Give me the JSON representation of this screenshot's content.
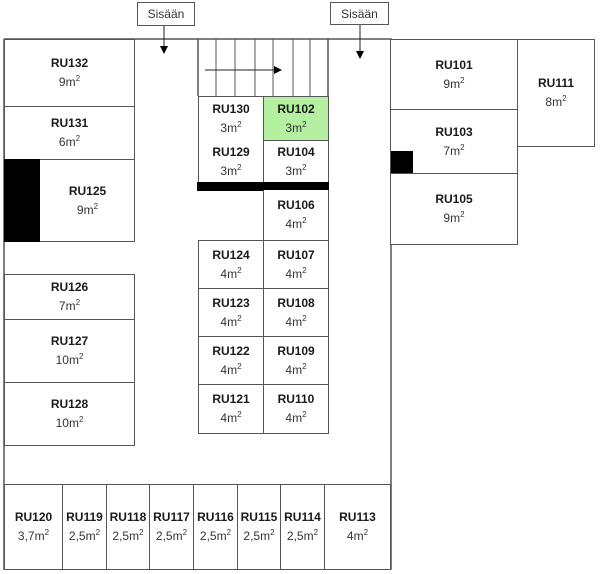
{
  "entrances": [
    {
      "label": "Sisään"
    },
    {
      "label": "Sisään"
    }
  ],
  "area_unit": "m",
  "area_exponent": "2",
  "highlight_color": "#b4f0a0",
  "rooms": {
    "RU132": {
      "name": "RU132",
      "size": "9"
    },
    "RU131": {
      "name": "RU131",
      "size": "6"
    },
    "RU125": {
      "name": "RU125",
      "size": "9"
    },
    "RU126": {
      "name": "RU126",
      "size": "7"
    },
    "RU127": {
      "name": "RU127",
      "size": "10"
    },
    "RU128": {
      "name": "RU128",
      "size": "10"
    },
    "RU130": {
      "name": "RU130",
      "size": "3"
    },
    "RU102": {
      "name": "RU102",
      "size": "3",
      "highlighted": true
    },
    "RU129": {
      "name": "RU129",
      "size": "3"
    },
    "RU104": {
      "name": "RU104",
      "size": "3"
    },
    "RU106": {
      "name": "RU106",
      "size": "4"
    },
    "RU124": {
      "name": "RU124",
      "size": "4"
    },
    "RU107": {
      "name": "RU107",
      "size": "4"
    },
    "RU123": {
      "name": "RU123",
      "size": "4"
    },
    "RU108": {
      "name": "RU108",
      "size": "4"
    },
    "RU122": {
      "name": "RU122",
      "size": "4"
    },
    "RU109": {
      "name": "RU109",
      "size": "4"
    },
    "RU121": {
      "name": "RU121",
      "size": "4"
    },
    "RU110": {
      "name": "RU110",
      "size": "4"
    },
    "RU101": {
      "name": "RU101",
      "size": "9"
    },
    "RU103": {
      "name": "RU103",
      "size": "7"
    },
    "RU105": {
      "name": "RU105",
      "size": "9"
    },
    "RU111": {
      "name": "RU111",
      "size": "8"
    },
    "RU120": {
      "name": "RU120",
      "size": "3,7"
    },
    "RU119": {
      "name": "RU119",
      "size": "2,5"
    },
    "RU118": {
      "name": "RU118",
      "size": "2,5"
    },
    "RU117": {
      "name": "RU117",
      "size": "2,5"
    },
    "RU116": {
      "name": "RU116",
      "size": "2,5"
    },
    "RU115": {
      "name": "RU115",
      "size": "2,5"
    },
    "RU114": {
      "name": "RU114",
      "size": "2,5"
    },
    "RU113": {
      "name": "RU113",
      "size": "4"
    }
  }
}
